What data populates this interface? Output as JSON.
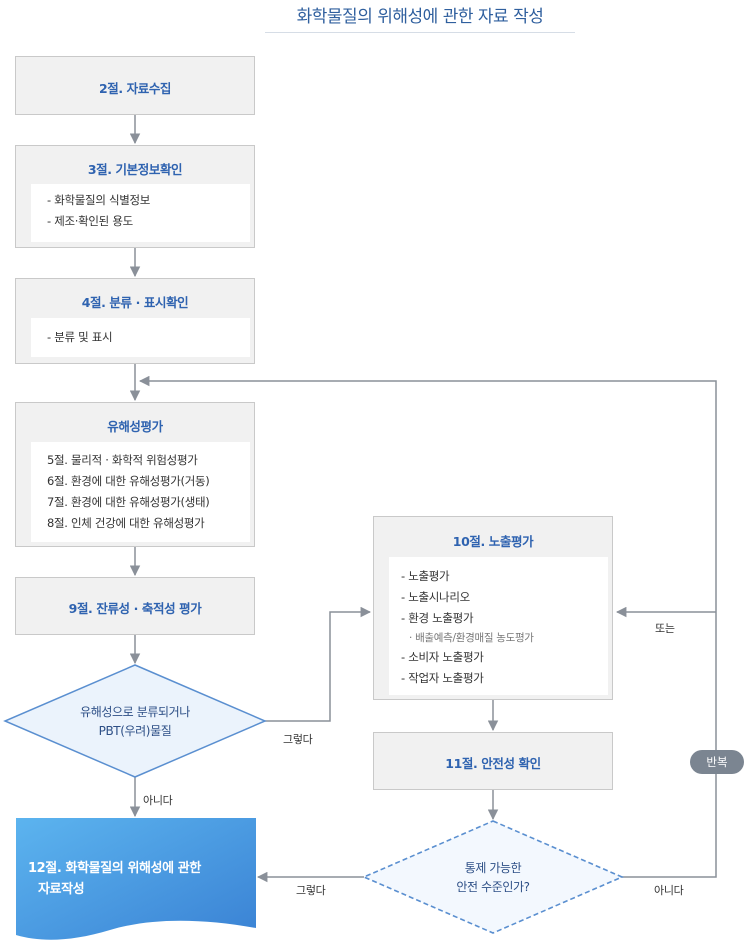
{
  "title": "화학물질의 위해성에 관한 자료 작성",
  "box_collect": {
    "title": "2절. 자료수집"
  },
  "box_basic": {
    "title": "3절. 기본정보확인",
    "lines": [
      "- 화학물질의 식별정보",
      "- 제조·확인된 용도"
    ]
  },
  "box_classify": {
    "title": "4절.  분류 · 표시확인",
    "lines": [
      "- 분류 및 표시"
    ]
  },
  "box_hazard": {
    "title": "유해성평가",
    "lines": [
      "5절. 물리적 · 화학적 위험성평가",
      "6절. 환경에 대한 유해성평가(거동)",
      "7절. 환경에 대한 유해성평가(생태)",
      "8절. 인체 건강에 대한 유해성평가"
    ]
  },
  "box_pbt": {
    "title": "9절. 잔류성 · 축적성 평가"
  },
  "decision_1": {
    "line1": "유해성으로 분류되거나",
    "line2": "PBT(우려)물질"
  },
  "box_exposure": {
    "title": "10절. 노출평가",
    "lines": [
      "- 노출평가",
      "- 노출시나리오",
      "- 환경 노출평가"
    ],
    "sub_line": "· 배출예측/환경매질 농도평가",
    "lines2": [
      "- 소비자 노출평가",
      "- 작업자 노출평가"
    ]
  },
  "box_safety": {
    "title": "11절. 안전성 확인"
  },
  "decision_2": {
    "line1": "통제 가능한",
    "line2": "안전 수준인가?"
  },
  "final": {
    "line1": "12절. 화학물질의 위해성에 관한",
    "line2": "자료작성"
  },
  "labels": {
    "yes_1": "그렇다",
    "no_1": "아니다",
    "yes_2": "그렇다",
    "no_2": "아니다",
    "or": "또는",
    "repeat": "반복"
  },
  "colors": {
    "accent": "#2f63b0",
    "box_fill": "#f1f1f1",
    "decision_border": "#5a8fd0",
    "final_fill": "#4a96dc",
    "connector": "#8a9099",
    "badge": "#7b8591"
  }
}
